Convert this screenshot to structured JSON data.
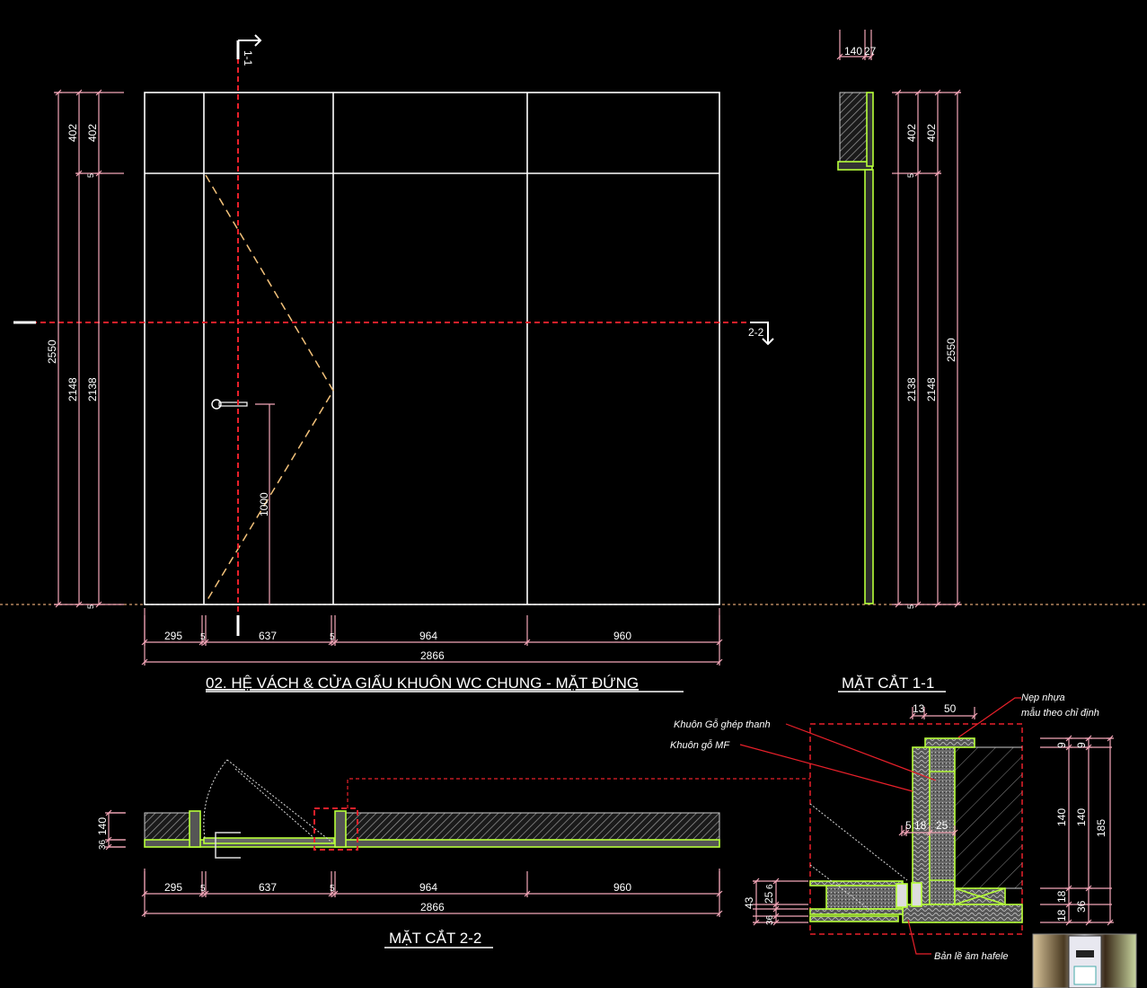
{
  "elevation": {
    "section_mark_vertical": "1-1",
    "section_mark_horizontal": "2-2",
    "left_dims": {
      "top_a": "402",
      "top_b": "402",
      "gap_a": "5",
      "gap_b": "5",
      "total": "2550",
      "lower_a": "2148",
      "lower_b": "2138",
      "bottom_a": "5",
      "bottom_b": "5"
    },
    "handle_height": "1000",
    "bottom_dims": [
      "295",
      "5",
      "637",
      "5",
      "964",
      "960"
    ],
    "bottom_total": "2866",
    "title": "02. HỆ VÁCH & CỬA GIẤU KHUÔN WC CHUNG - MẶT ĐỨNG"
  },
  "side": {
    "top_dims": [
      "140",
      "27"
    ],
    "right_dims": {
      "top_a": "402",
      "top_b": "402",
      "gap": "5",
      "lower_a": "2138",
      "lower_b": "2148",
      "total": "2550",
      "bottom": "5"
    }
  },
  "section_1_1": {
    "title": "MẶT CẮT 1-1",
    "labels": {
      "trim_line1": "Nẹp nhựa",
      "trim_line2": "mẫu theo chỉ định",
      "frame_finger": "Khuôn Gỗ ghép thanh",
      "frame_mf": "Khuôn gỗ MF",
      "hinge": "Bản lề âm hafele"
    },
    "top_dims": [
      "13",
      "50"
    ],
    "mid_dims": [
      "5",
      "18",
      "25"
    ],
    "right_dims": {
      "a": "9",
      "b": "9",
      "c": "140",
      "d": "140",
      "e": "185",
      "f": "18",
      "g": "18",
      "h": "36"
    },
    "left_dims": {
      "a": "43",
      "b": "25",
      "c": "6",
      "d": "36"
    }
  },
  "section_2_2": {
    "title": "MẶT CẮT 2-2",
    "left_dims": [
      "140",
      "36"
    ],
    "bottom_dims": [
      "295",
      "5",
      "637",
      "5",
      "964",
      "960"
    ],
    "bottom_total": "2866"
  },
  "colors": {
    "background": "#000000",
    "dimension": "#f4a6b8",
    "section_line": "#e8202a",
    "material": "#b7ff3a"
  }
}
